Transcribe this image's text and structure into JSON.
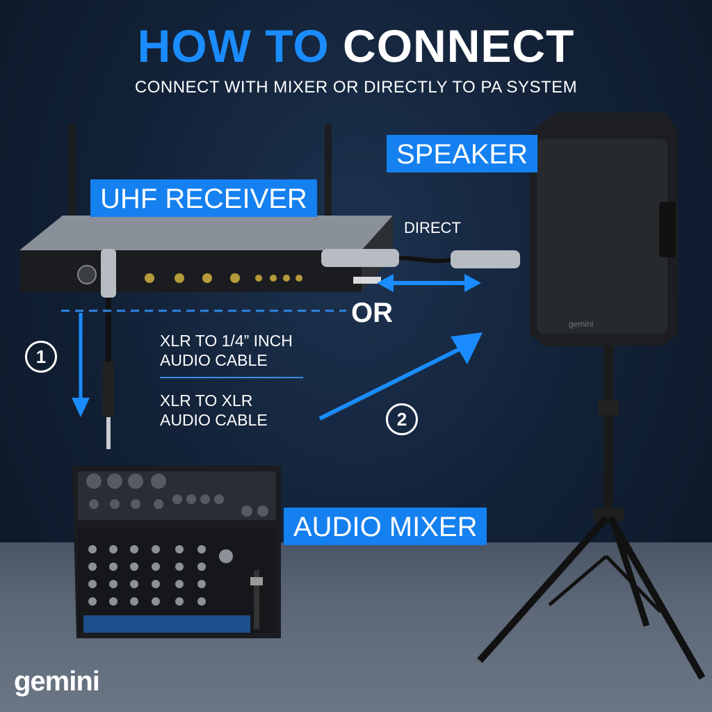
{
  "header": {
    "title_part1": "HOW TO",
    "title_part2": "CONNECT",
    "subtitle": "CONNECT WITH MIXER OR DIRECTLY TO PA SYSTEM"
  },
  "labels": {
    "speaker": "SPEAKER",
    "receiver": "UHF RECEIVER",
    "mixer": "AUDIO MIXER",
    "direct": "DIRECT",
    "or": "OR"
  },
  "cables": {
    "cable1_line1": "XLR TO 1/4” INCH",
    "cable1_line2": "AUDIO CABLE",
    "cable2_line1": "XLR TO XLR",
    "cable2_line2": "AUDIO CABLE"
  },
  "steps": {
    "step1": "1",
    "step2": "2"
  },
  "brand": "gemini",
  "colors": {
    "accent": "#1580f0",
    "title_blue": "#1a8cff",
    "background": "#132238"
  }
}
